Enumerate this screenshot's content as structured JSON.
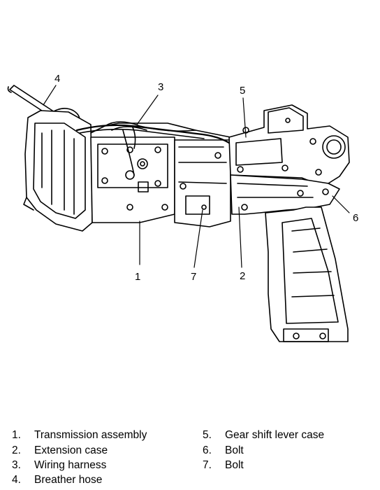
{
  "figure": {
    "callouts": [
      "1",
      "2",
      "3",
      "4",
      "5",
      "6",
      "7"
    ]
  },
  "legend": {
    "items": [
      {
        "num": "1.",
        "label": "Transmission assembly"
      },
      {
        "num": "2.",
        "label": "Extension case"
      },
      {
        "num": "3.",
        "label": "Wiring harness"
      },
      {
        "num": "4.",
        "label": "Breather hose"
      },
      {
        "num": "5.",
        "label": "Gear shift lever case"
      },
      {
        "num": "6.",
        "label": "Bolt"
      },
      {
        "num": "7.",
        "label": "Bolt"
      }
    ]
  }
}
